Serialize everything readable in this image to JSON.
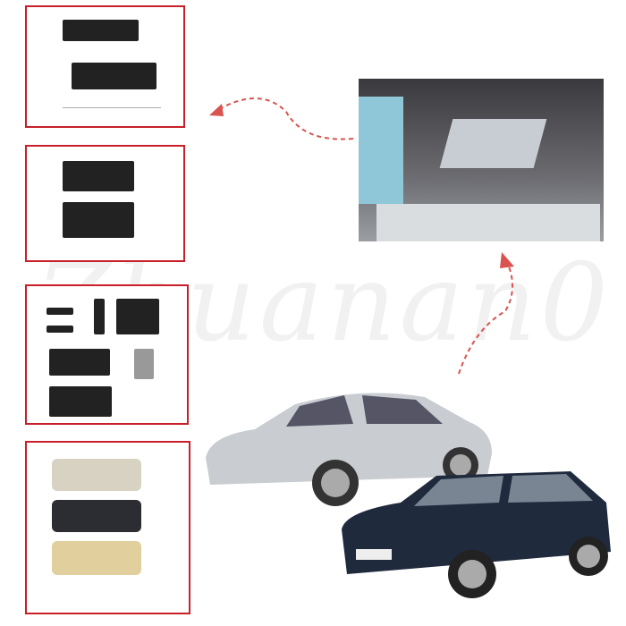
{
  "watermark": "Zhuanan0",
  "colors": {
    "frame": "#c8202a",
    "arrow": "#d9534f",
    "sedan": "#c9ccd0",
    "suv": "#1f2a3d"
  },
  "panels": [
    {
      "name": "sunshade-slider-pair-dimensioned"
    },
    {
      "name": "sunshade-slider-pair"
    },
    {
      "name": "repair-kit-parts"
    },
    {
      "name": "handle-colors",
      "colors": [
        "#d8d2c2",
        "#2b2d33",
        "#e2cf9e"
      ]
    }
  ]
}
